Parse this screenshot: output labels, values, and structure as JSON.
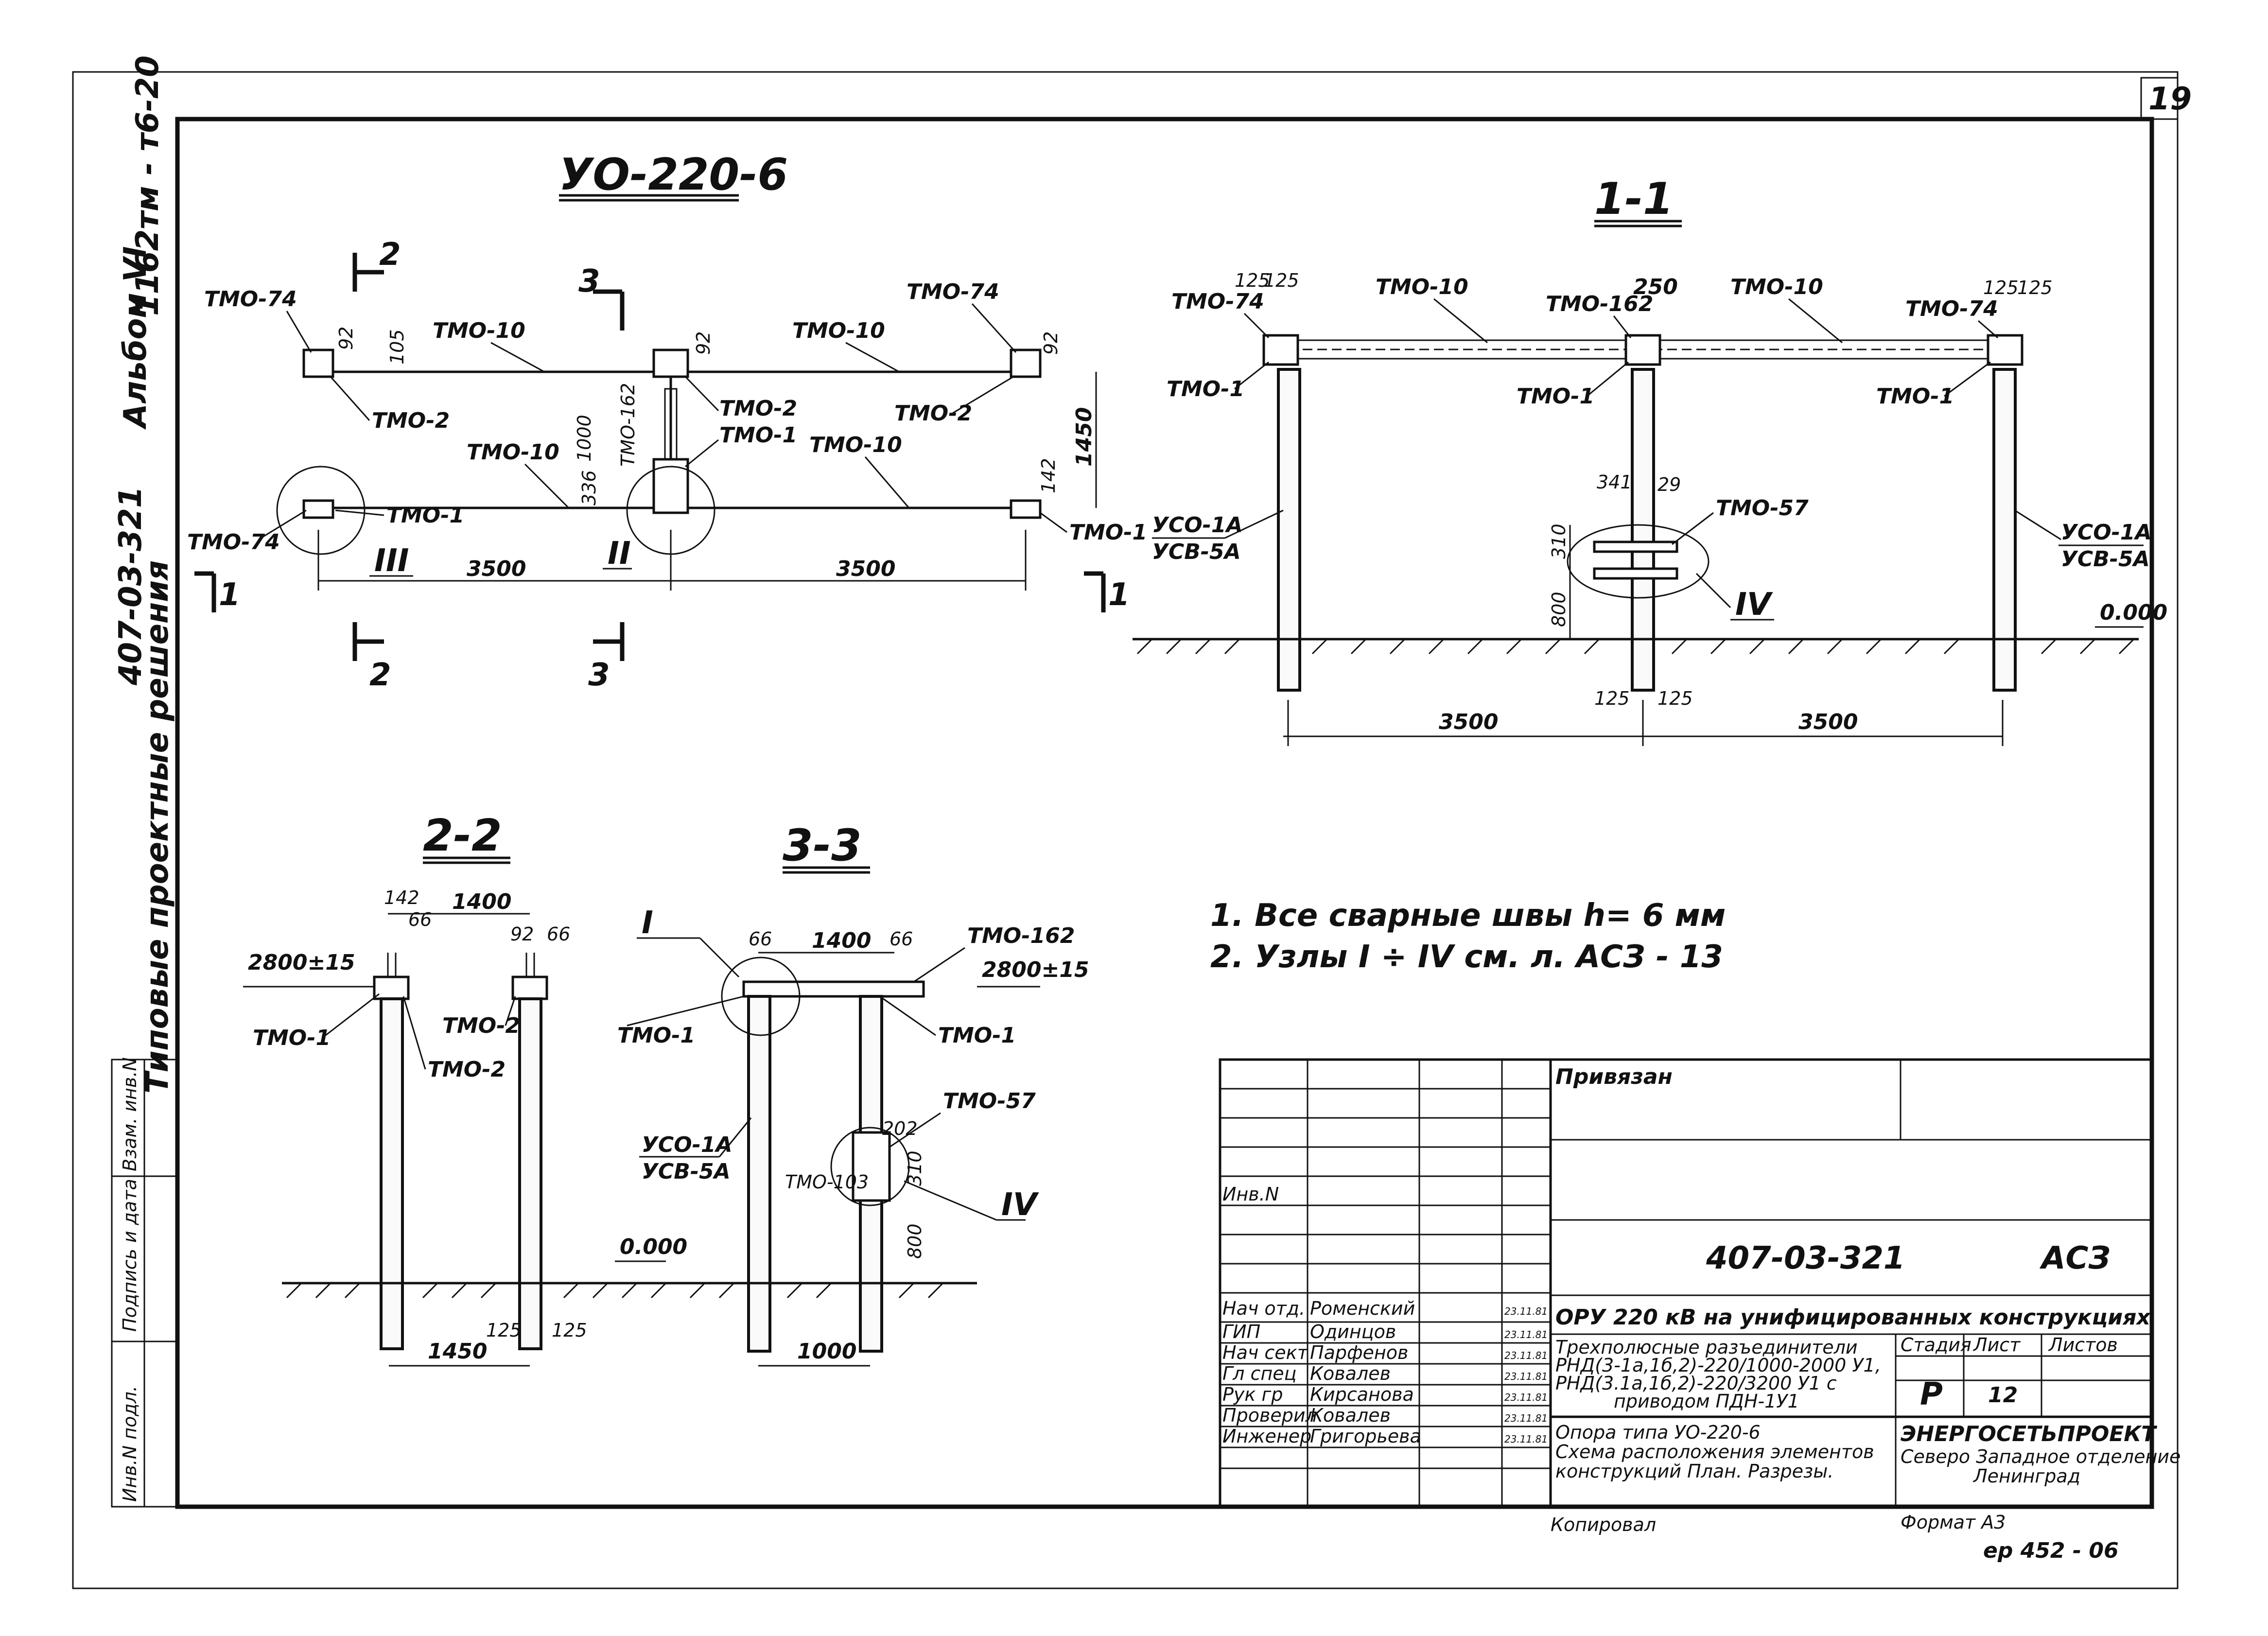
{
  "page_number": "19",
  "side_labels": {
    "album_code": "407-03-321",
    "album": "Альбом VI",
    "sheet_code": "1162тм - т6-20",
    "series": "Типовые проектные решения"
  },
  "left_stamp": {
    "invp": "Инв.N подл.",
    "sign": "Подпись и дата",
    "vzam": "Взам. инв.N"
  },
  "plan": {
    "title": "УО-220-6",
    "labels": {
      "tmo74": "ТМО-74",
      "tmo10": "ТМО-10",
      "tmo2": "ТМО-2",
      "tmo1": "ТМО-1",
      "tmo162": "ТМО-162"
    },
    "dims": {
      "d92": "92",
      "d105": "105",
      "d1000": "1000",
      "d336": "336",
      "d1450": "1450",
      "d142": "142",
      "d3500": "3500"
    },
    "cuts": {
      "c1": "1",
      "c2": "2",
      "c3": "3"
    },
    "nodes": {
      "n2": "II",
      "n3": "III"
    }
  },
  "section11": {
    "title": "1-1",
    "dims": {
      "d125": "125",
      "d250": "250",
      "d341": "341",
      "d29": "29",
      "d310": "310",
      "d800": "800",
      "d3500": "3500",
      "zero": "0.000"
    },
    "labels": {
      "tmo74": "ТМО-74",
      "tmo10": "ТМО-10",
      "tmo162": "ТМО-162",
      "tmo1": "ТМО-1",
      "tmo57": "ТМО-57",
      "uso": "УСО-1А",
      "usv": "УСВ-5А"
    },
    "node": "IV"
  },
  "section22": {
    "title": "2-2",
    "dims": {
      "d142": "142",
      "d1400": "1400",
      "d66": "66",
      "d92": "92",
      "elev": "2800±15",
      "d1450": "1450",
      "d125": "125",
      "zero": "0.000"
    },
    "labels": {
      "tmo1": "ТМО-1",
      "tmo2": "ТМО-2"
    }
  },
  "section33": {
    "title": "3-3",
    "dims": {
      "d66": "66",
      "d1400": "1400",
      "elev": "2800±15",
      "d202": "202",
      "d310": "310",
      "d800": "800",
      "d1000": "1000"
    },
    "labels": {
      "tmo162": "ТМО-162",
      "tmo1": "ТМО-1",
      "tmo57": "ТМО-57",
      "tmo103": "ТМО-103",
      "uso": "УСО-1А",
      "usv": "УСВ-5А"
    },
    "nodes": {
      "n1": "I",
      "n4": "IV"
    }
  },
  "notes": [
    "1. Все сварные швы  h= 6 мм",
    "2. Узлы  I ÷ IV  см.  л.  АСЗ - 13"
  ],
  "title_block": {
    "privyazan": "Привязан",
    "inv": "Инв.N",
    "project_code": "407-03-321",
    "mark": "АСЗ",
    "object": "ОРУ 220 кВ на унифицированных конструкциях",
    "desc1": [
      "Трехполюсные разъединители",
      "РНД(3-1а,1б,2)-220/1000-2000 У1,",
      "РНД(3.1а,1б,2)-220/3200 У1  с",
      "приводом  ПДН-1У1"
    ],
    "desc2": [
      "Опора  типа  УО-220-6",
      "Схема расположения элементов",
      "конструкций План. Разрезы."
    ],
    "headers": {
      "stage": "Стадия",
      "sheet": "Лист",
      "sheets": "Листов"
    },
    "values": {
      "stage": "Р",
      "sheet": "12"
    },
    "org": [
      "ЭНЕРГОСЕТЬПРОЕКТ",
      "Северо Западное отделение",
      "Ленинград"
    ],
    "staff": [
      {
        "role": "Нач отд.",
        "name": "Роменский",
        "date": "23.11.81"
      },
      {
        "role": "ГИП",
        "name": "Одинцов",
        "date": "23.11.81"
      },
      {
        "role": "Нач сект",
        "name": "Парфенов",
        "date": "23.11.81"
      },
      {
        "role": "Гл спец",
        "name": "Ковалев",
        "date": "23.11.81"
      },
      {
        "role": "Рук гр",
        "name": "Кирсанова",
        "date": "23.11.81"
      },
      {
        "role": "Проверил",
        "name": "Ковалев",
        "date": "23.11.81"
      },
      {
        "role": "Инженер",
        "name": "Григорьева",
        "date": "23.11.81"
      }
    ],
    "copied": "Копировал",
    "format": "Формат  А3",
    "archive": "ер 452 - 06"
  }
}
